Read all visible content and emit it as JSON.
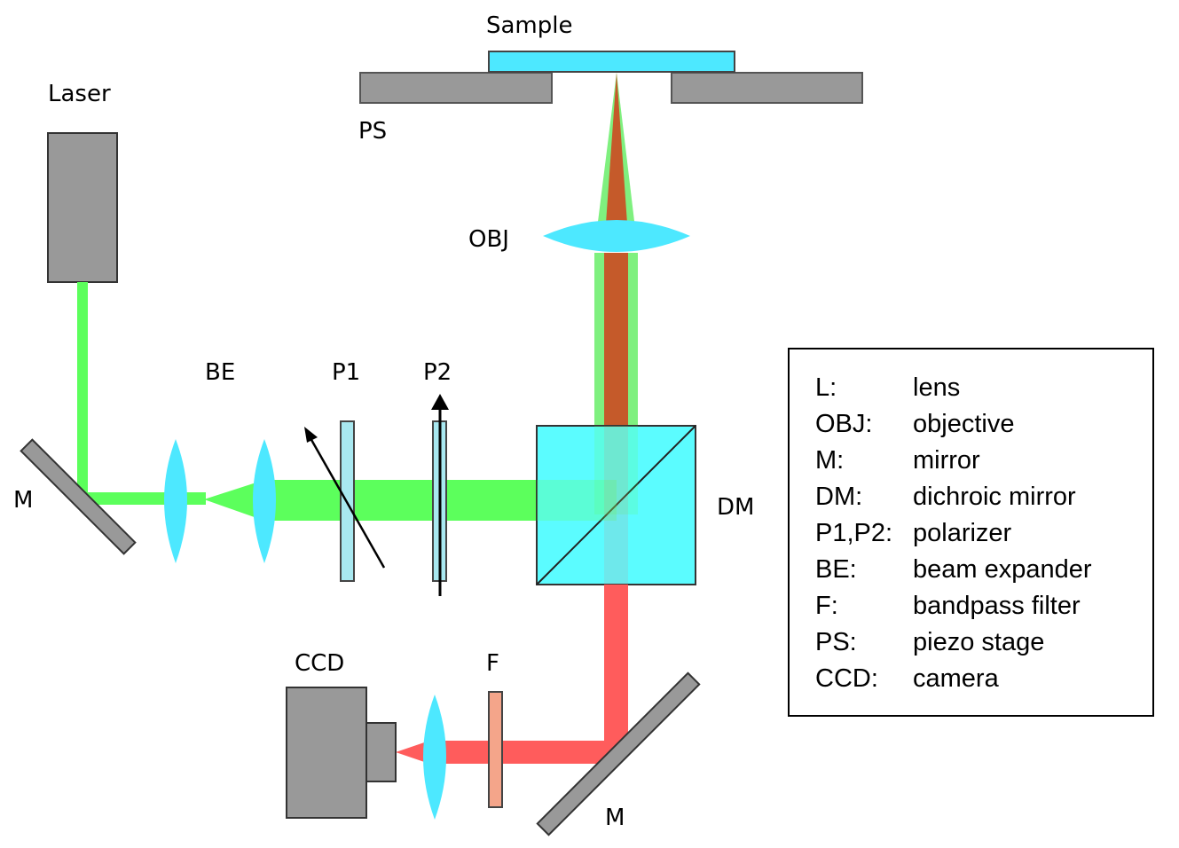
{
  "labels": {
    "sample": "Sample",
    "laser": "Laser",
    "ps": "PS",
    "obj": "OBJ",
    "be": "BE",
    "p1": "P1",
    "p2": "P2",
    "dm": "DM",
    "mirror_left": "M",
    "mirror_bottom": "M",
    "ccd": "CCD",
    "filter": "F"
  },
  "legend": [
    {
      "abbr": "L:",
      "desc": "lens"
    },
    {
      "abbr": "OBJ:",
      "desc": "objective"
    },
    {
      "abbr": "M:",
      "desc": "mirror"
    },
    {
      "abbr": "DM:",
      "desc": "dichroic mirror"
    },
    {
      "abbr": "P1,P2:",
      "desc": "polarizer"
    },
    {
      "abbr": "BE:",
      "desc": "beam expander"
    },
    {
      "abbr": "F:",
      "desc": "bandpass filter"
    },
    {
      "abbr": "PS:",
      "desc": "piezo stage"
    },
    {
      "abbr": "CCD:",
      "desc": "camera"
    }
  ],
  "colors": {
    "excitation_beam": "#5cff5c",
    "emission_beam": "#ff5c5c",
    "overlap_beam": "#c55a2a",
    "optics": "#4de8ff",
    "hardware": "#999999",
    "filter": "#f4a58a"
  }
}
